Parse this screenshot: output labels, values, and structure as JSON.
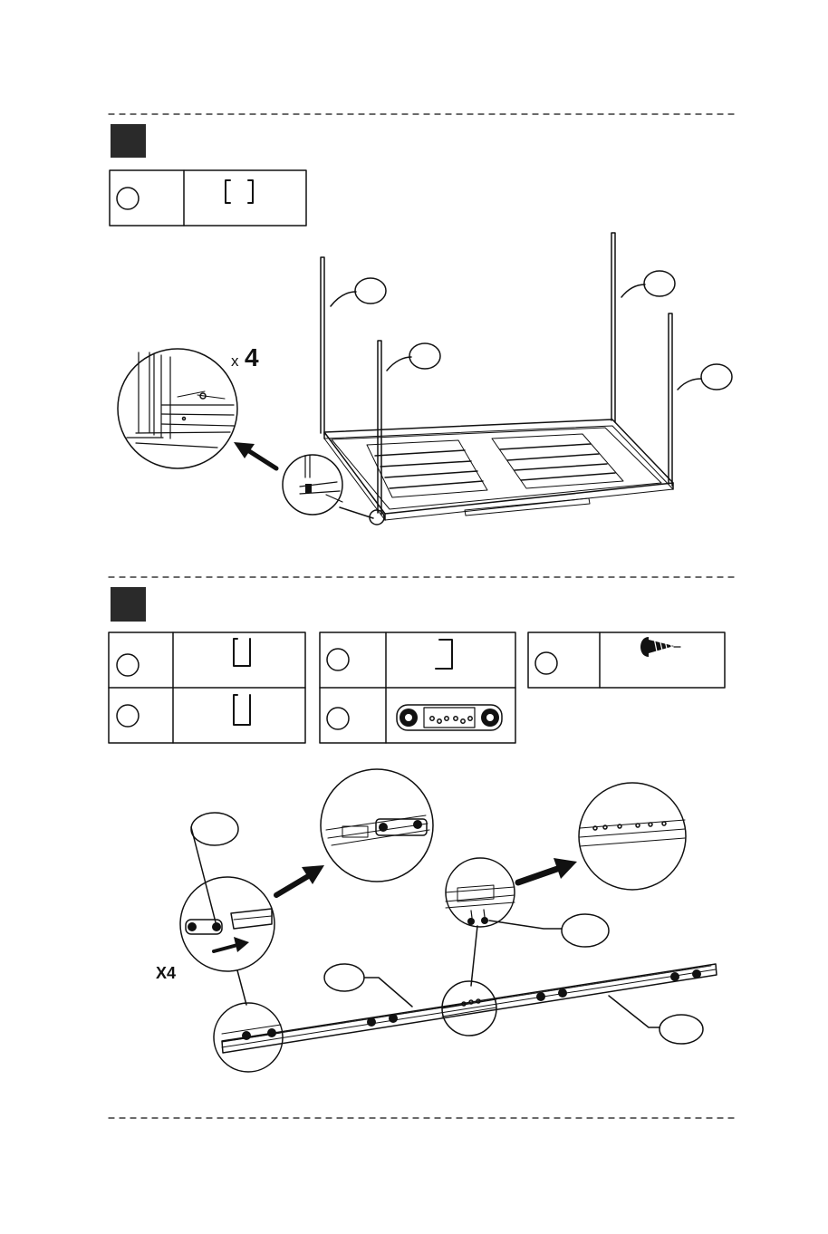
{
  "step1": {
    "parts": [
      {
        "part_id": "",
        "qty_note": ""
      }
    ],
    "multiplier_prefix": "x",
    "multiplier_value": "4"
  },
  "step2": {
    "multiplier": "X4"
  },
  "colors": {
    "line": "#111111",
    "step_box": "#2a2a2a",
    "panel": "#f4f4f4",
    "paper": "#ffffff"
  },
  "icons": [
    "u-channel-icon",
    "gusset-icon",
    "roller-bracket-icon",
    "screw-icon",
    "arrow-icon"
  ]
}
